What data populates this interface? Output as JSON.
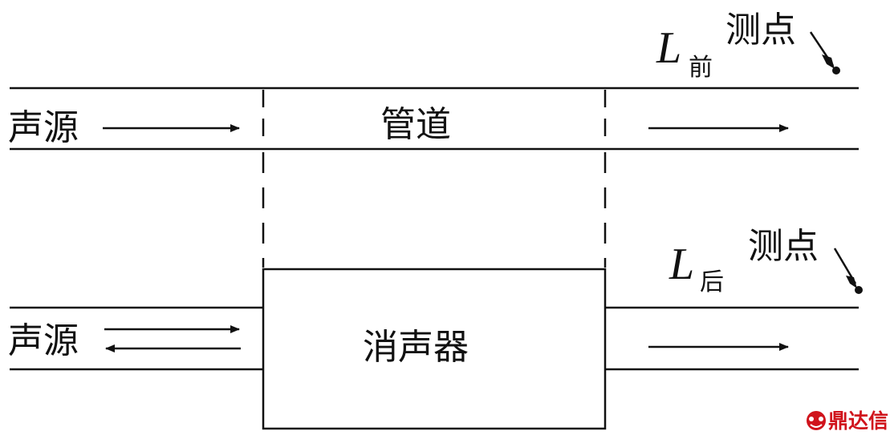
{
  "top": {
    "source_label": "声源",
    "pipe_label": "管道",
    "level_symbol": "L",
    "level_subscript": "前",
    "measure_point_label": "测点"
  },
  "bottom": {
    "source_label": "声源",
    "silencer_label": "消声器",
    "level_symbol": "L",
    "level_subscript": "后",
    "measure_point_label": "测点"
  },
  "watermark": {
    "text": "鼎达信",
    "color": "#d0141c"
  },
  "colors": {
    "line": "#111111",
    "background": "#ffffff"
  }
}
